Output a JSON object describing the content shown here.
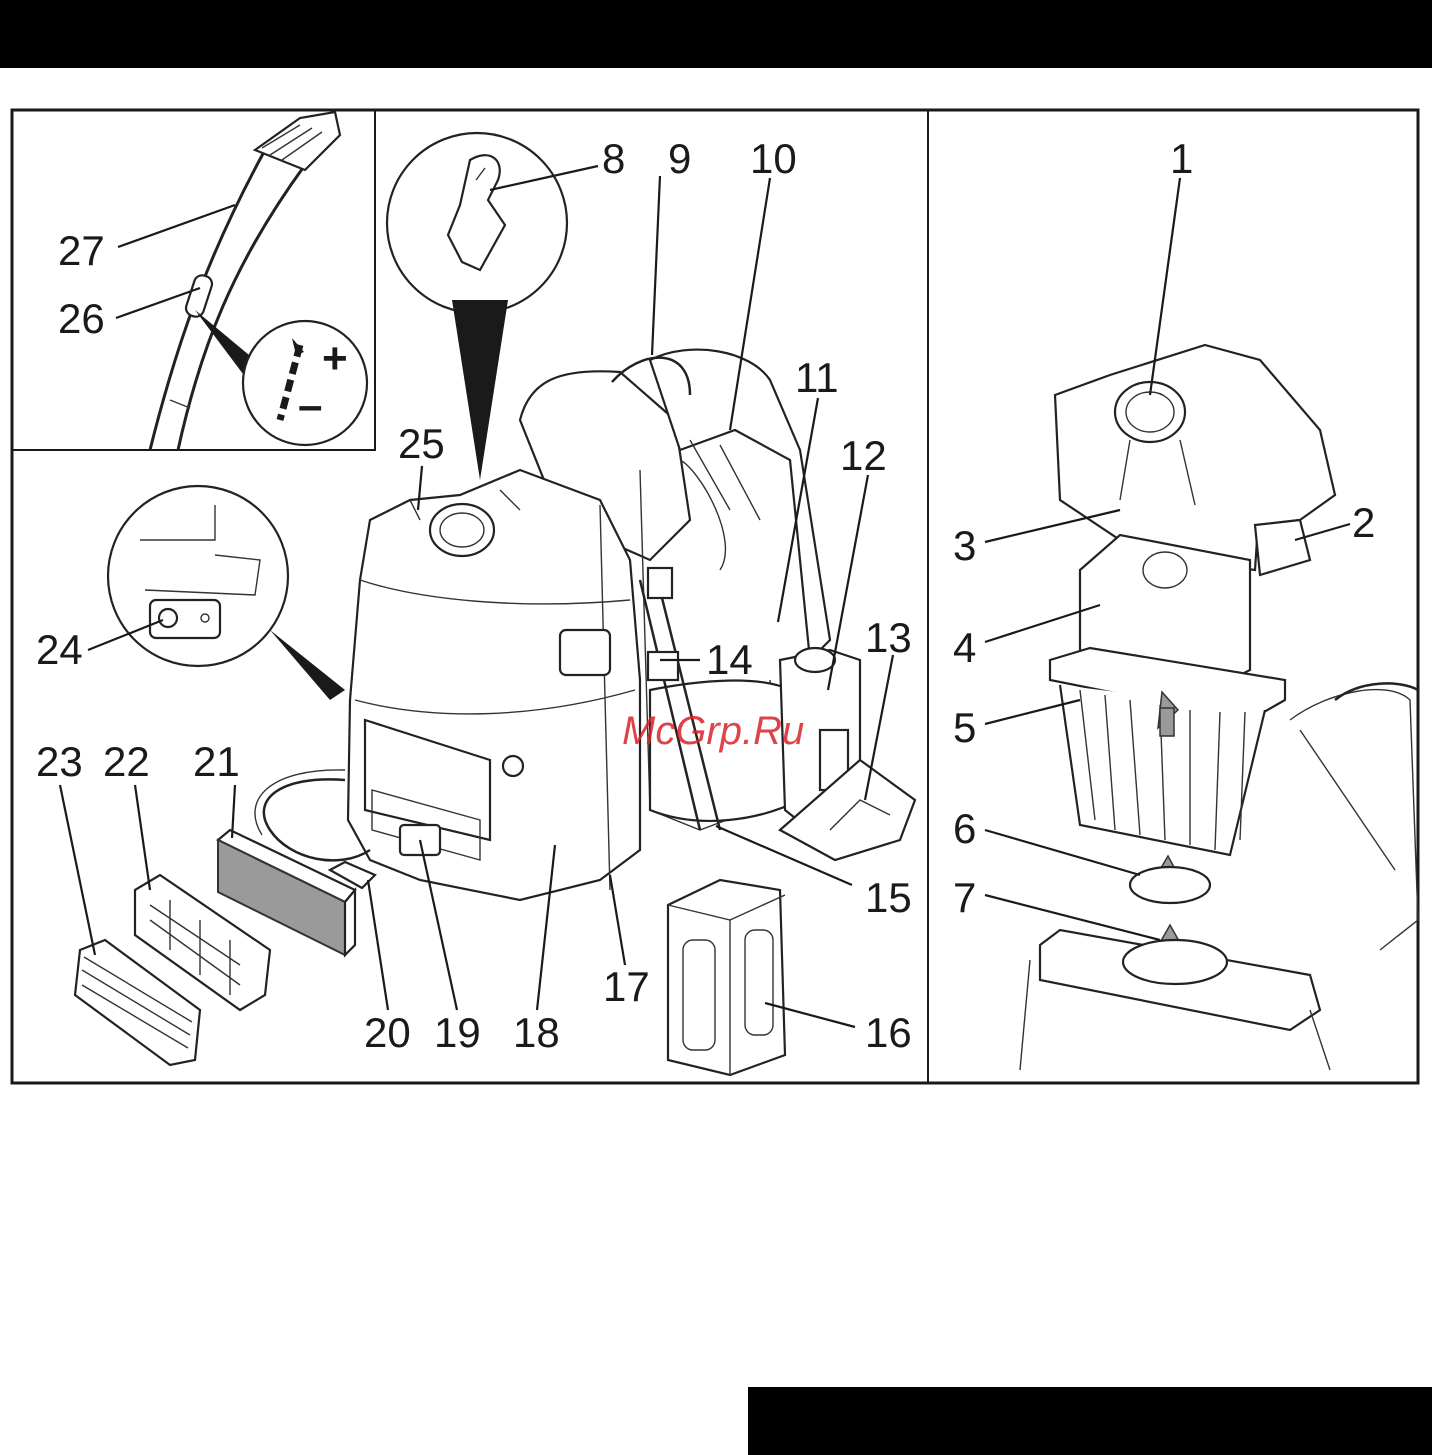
{
  "watermark": "McGrp.Ru",
  "detail_sign_plus": "+",
  "detail_sign_minus": "–",
  "callouts": {
    "c1": "1",
    "c2": "2",
    "c3": "3",
    "c4": "4",
    "c5": "5",
    "c6": "6",
    "c7": "7",
    "c8": "8",
    "c9": "9",
    "c10": "10",
    "c11": "11",
    "c12": "12",
    "c13": "13",
    "c14": "14",
    "c15": "15",
    "c16": "16",
    "c17": "17",
    "c18": "18",
    "c19": "19",
    "c20": "20",
    "c21": "21",
    "c22": "22",
    "c23": "23",
    "c24": "24",
    "c25": "25",
    "c26": "26",
    "c27": "27"
  },
  "colors": {
    "bars": "#000000",
    "lines": "#1a1a1a",
    "filter_fill": "#9a9a9a",
    "watermark": "#d8232a"
  }
}
